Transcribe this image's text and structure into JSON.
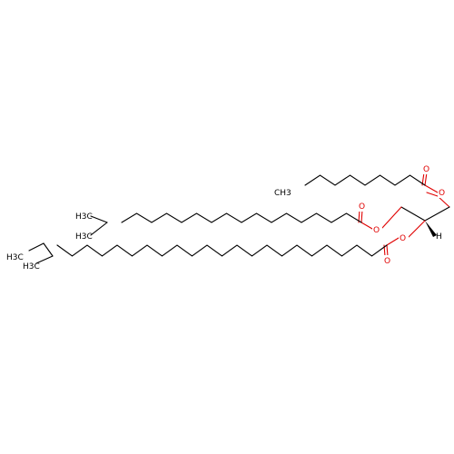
{
  "molecule": {
    "colors": {
      "carbon": "#000000",
      "oxygen": "#e00000",
      "background": "#ffffff"
    },
    "labels": {
      "o_ester_top": "O",
      "o_carbonyl_top": "O",
      "o_ester_mid": "O",
      "o_carbonyl_mid": "O",
      "o_ester_low": "O",
      "o_carbonyl_low": "O",
      "methyl_top": "CH3",
      "isobutyl_a": "H3C",
      "isobutyl_b": "H3C",
      "anteiso_a": "H3C",
      "anteiso_b": "H3C",
      "stereo_h": "H"
    }
  }
}
